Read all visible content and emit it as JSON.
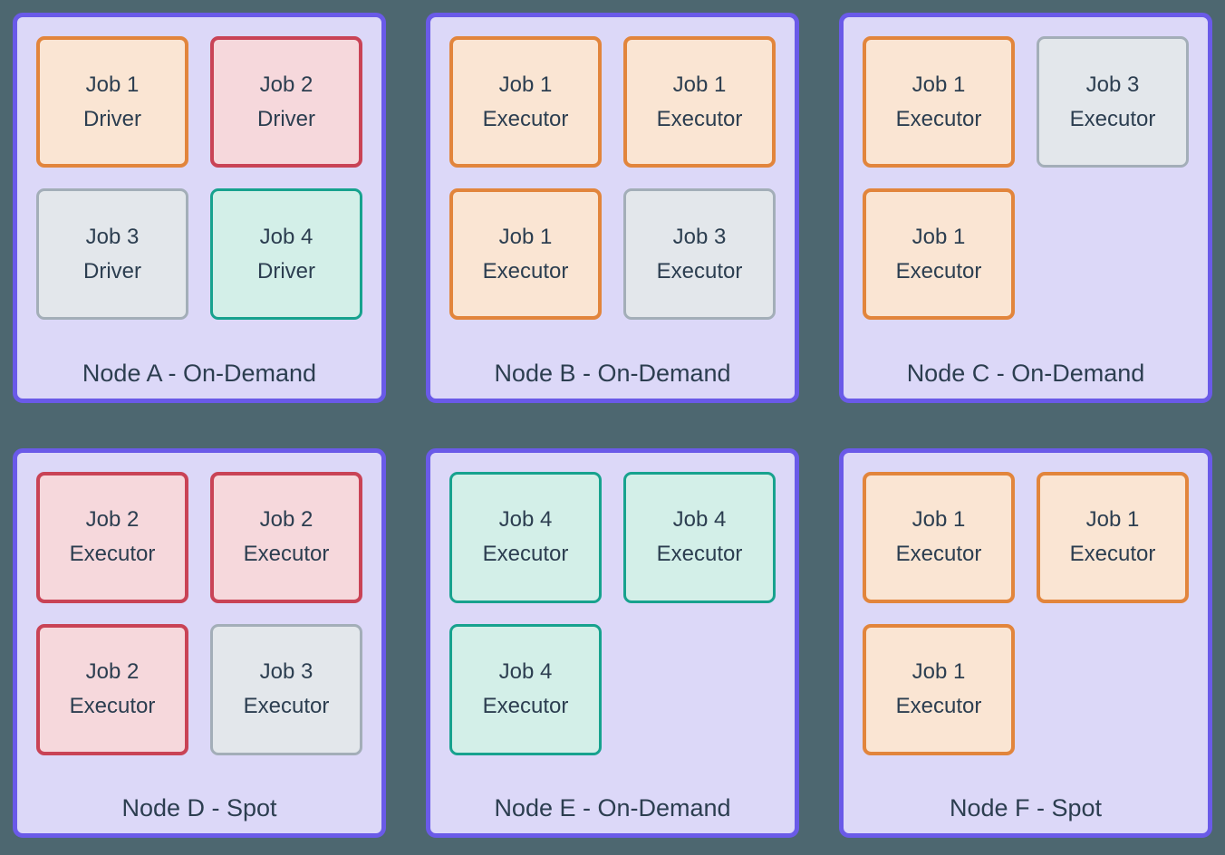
{
  "palette": {
    "page_background": "#4D6770",
    "node_border": "#6A5AE8",
    "node_fill": "#DCD8F8",
    "text": "#2C3E50",
    "job1_border": "#E2853C",
    "job1_fill": "#FAE5D3",
    "job2_border": "#C94356",
    "job2_fill": "#F6D8DC",
    "job3_border": "#A3AEB8",
    "job3_fill": "#E3E7EB",
    "job4_border": "#17A28E",
    "job4_fill": "#D3EFE8"
  },
  "nodes": [
    {
      "label": "Node A - On-Demand",
      "jobs": [
        {
          "line1": "Job 1",
          "line2": "Driver",
          "type": "job1"
        },
        {
          "line1": "Job 2",
          "line2": "Driver",
          "type": "job2"
        },
        {
          "line1": "Job 3",
          "line2": "Driver",
          "type": "job3"
        },
        {
          "line1": "Job 4",
          "line2": "Driver",
          "type": "job4"
        }
      ]
    },
    {
      "label": "Node B - On-Demand",
      "jobs": [
        {
          "line1": "Job 1",
          "line2": "Executor",
          "type": "job1"
        },
        {
          "line1": "Job 1",
          "line2": "Executor",
          "type": "job1"
        },
        {
          "line1": "Job 1",
          "line2": "Executor",
          "type": "job1"
        },
        {
          "line1": "Job 3",
          "line2": "Executor",
          "type": "job3"
        }
      ]
    },
    {
      "label": "Node C - On-Demand",
      "jobs": [
        {
          "line1": "Job 1",
          "line2": "Executor",
          "type": "job1"
        },
        {
          "line1": "Job 3",
          "line2": "Executor",
          "type": "job3"
        },
        {
          "line1": "Job 1",
          "line2": "Executor",
          "type": "job1"
        }
      ]
    },
    {
      "label": "Node D - Spot",
      "jobs": [
        {
          "line1": "Job 2",
          "line2": "Executor",
          "type": "job2"
        },
        {
          "line1": "Job 2",
          "line2": "Executor",
          "type": "job2"
        },
        {
          "line1": "Job 2",
          "line2": "Executor",
          "type": "job2"
        },
        {
          "line1": "Job 3",
          "line2": "Executor",
          "type": "job3"
        }
      ]
    },
    {
      "label": "Node E - On-Demand",
      "jobs": [
        {
          "line1": "Job 4",
          "line2": "Executor",
          "type": "job4"
        },
        {
          "line1": "Job 4",
          "line2": "Executor",
          "type": "job4"
        },
        {
          "line1": "Job 4",
          "line2": "Executor",
          "type": "job4"
        }
      ]
    },
    {
      "label": "Node F - Spot",
      "jobs": [
        {
          "line1": "Job 1",
          "line2": "Executor",
          "type": "job1"
        },
        {
          "line1": "Job 1",
          "line2": "Executor",
          "type": "job1"
        },
        {
          "line1": "Job 1",
          "line2": "Executor",
          "type": "job1"
        }
      ]
    }
  ]
}
